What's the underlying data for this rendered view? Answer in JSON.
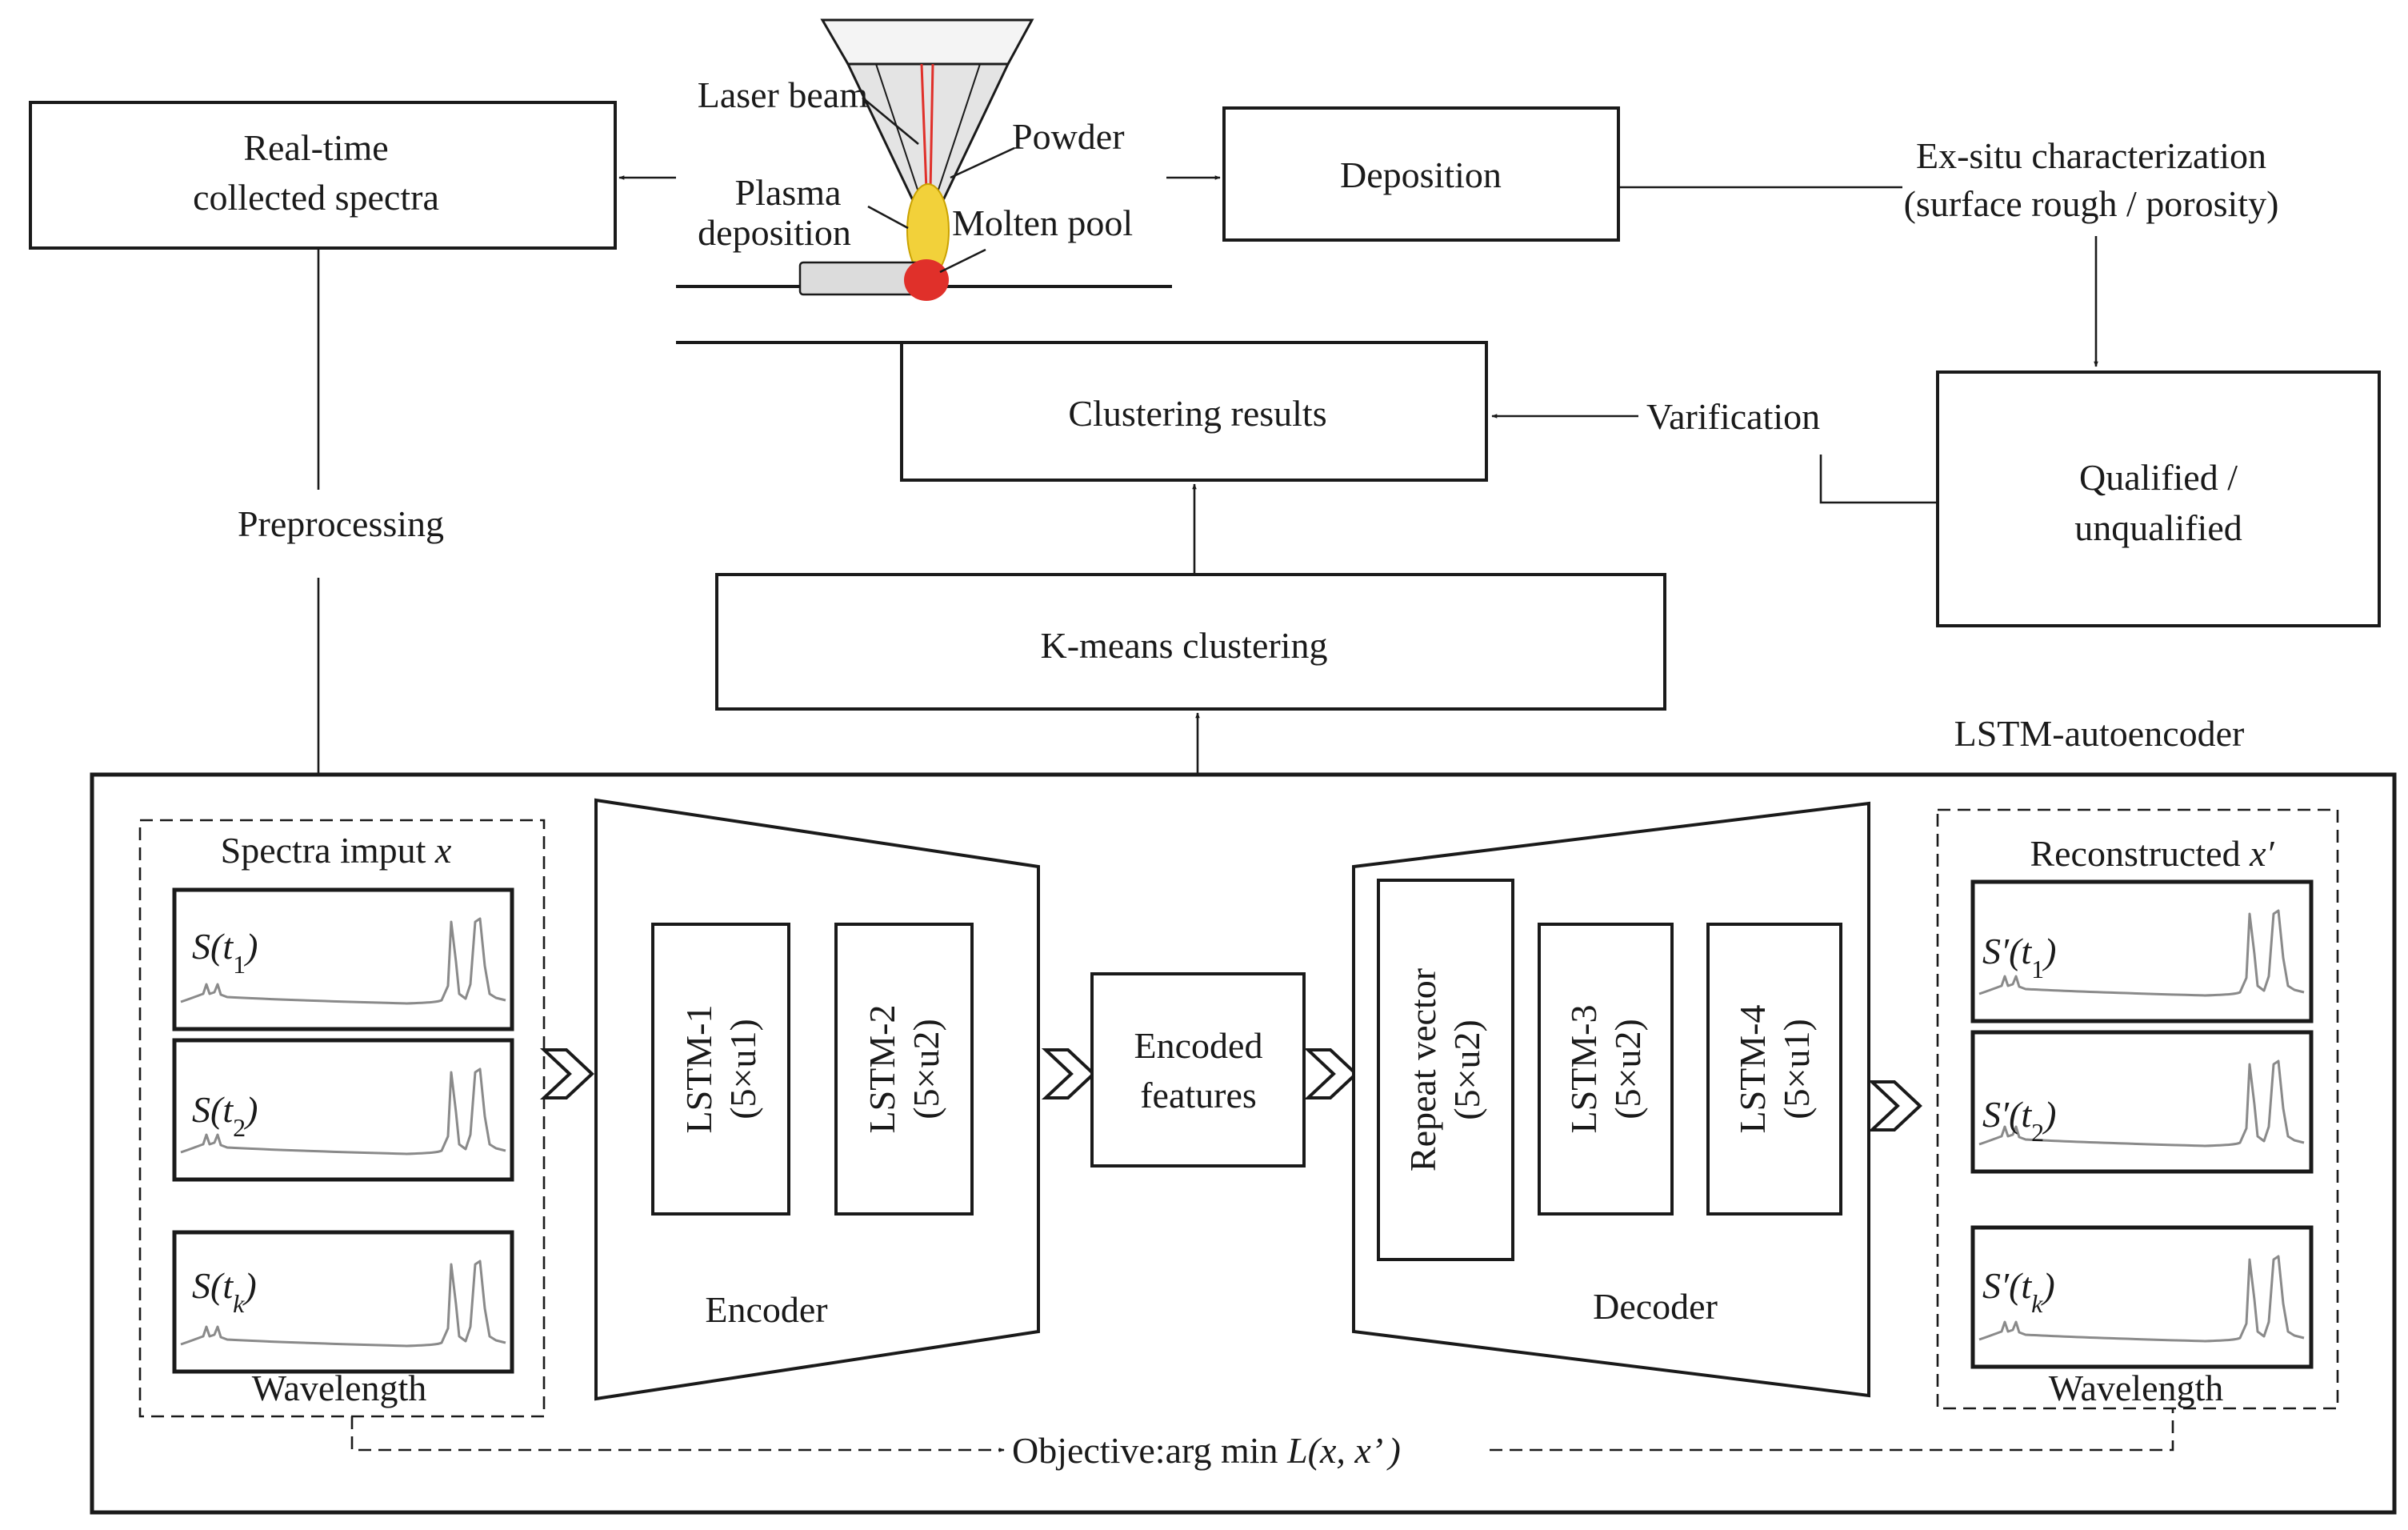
{
  "process": {
    "laser_beam": "Laser beam",
    "powder": "Powder",
    "plasma": "Plasma",
    "deposition_small": "deposition",
    "molten_pool": "Molten pool"
  },
  "boxes": {
    "realtime_line1": "Real-time",
    "realtime_line2": "collected spectra",
    "deposition": "Deposition",
    "exsitu_line1": "Ex-situ characterization",
    "exsitu_line2": "(surface rough / porosity)",
    "clustering_results": "Clustering results",
    "verification": "Varification",
    "qualified_line1": "Qualified /",
    "qualified_line2": "unqualified",
    "preprocessing": "Preprocessing",
    "kmeans": "K-means clustering"
  },
  "autoencoder": {
    "title": "LSTM-autoencoder",
    "input_title": "Spectra imput",
    "input_var": "x",
    "input_labels": [
      "S(t1)",
      "S(t2)",
      "S(tk)"
    ],
    "wavelength": "Wavelength",
    "encoder_label": "Encoder",
    "lstm1_line1": "LSTM-1",
    "lstm1_line2": "(5×u1)",
    "lstm2_line1": "LSTM-2",
    "lstm2_line2": "(5×u2)",
    "encoded_line1": "Encoded",
    "encoded_line2": "features",
    "decoder_label": "Decoder",
    "repeat_line1": "Repeat vector",
    "repeat_line2": "(5×u2)",
    "lstm3_line1": "LSTM-3",
    "lstm3_line2": "(5×u2)",
    "lstm4_line1": "LSTM-4",
    "lstm4_line2": "(5×u1)",
    "output_title": "Reconstructed",
    "output_var": "x′",
    "output_labels": [
      "S′(t1)",
      "S′(t2)",
      "S′(tk)"
    ],
    "objective_prefix": "Objective:arg min",
    "objective_expr": "L(x, x’ )"
  },
  "colors": {
    "line": "#1a1a1a",
    "spectrum": "#8a8a8a",
    "plasma": "#f2d13a",
    "molten_pool": "#e0302a",
    "laser_line": "#e0302a",
    "nozzle": "#d9d9d9"
  }
}
